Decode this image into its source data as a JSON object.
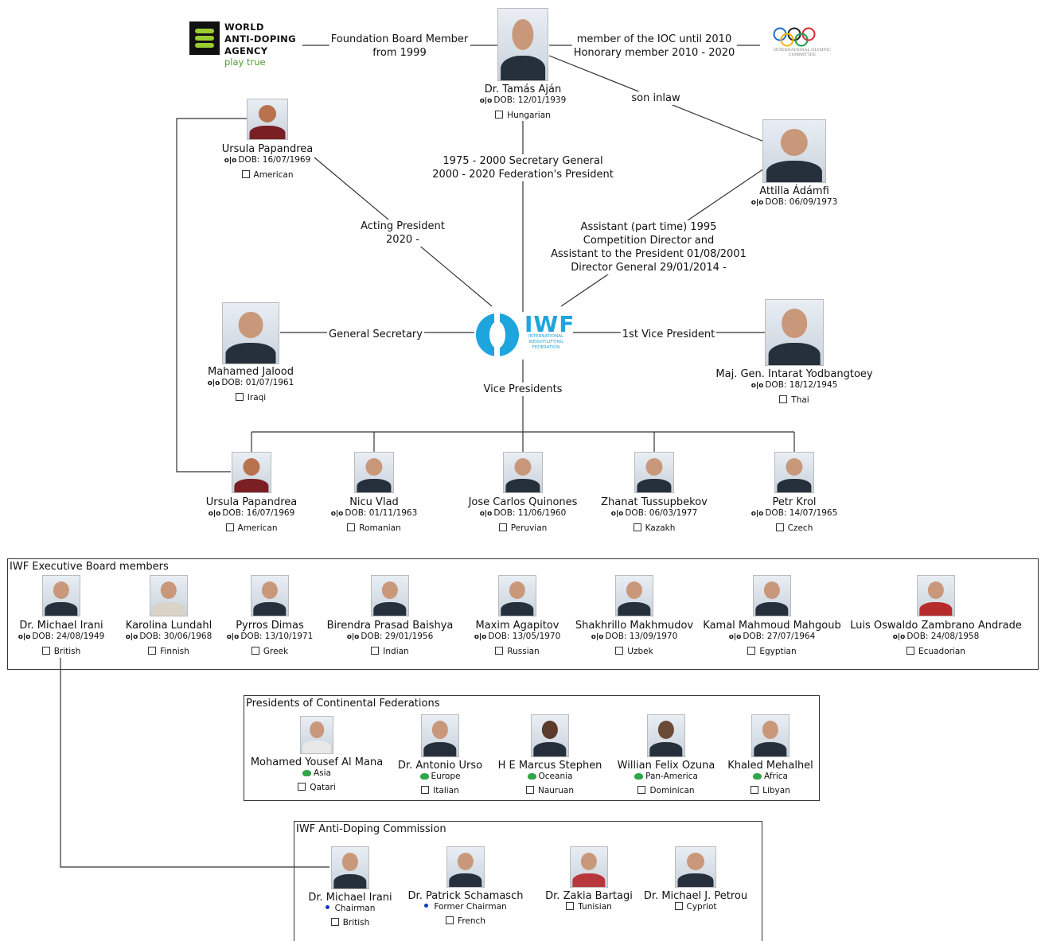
{
  "wada": {
    "line1": "WORLD",
    "line2": "ANTI-DOPING",
    "line3": "AGENCY",
    "tagline": "play true"
  },
  "ioc": {
    "caption": "INTERNATIONAL OLYMPIC COMMITTEE"
  },
  "iwf": {
    "name": "IWF",
    "subtitle": "INTERNATIONAL WEIGHTLIFTING FEDERATION"
  },
  "links": {
    "wada_board": [
      "Foundation Board Member",
      "from 1999"
    ],
    "ioc_member": [
      "member of the IOC until 2010",
      "Honorary member 2010 - 2020"
    ],
    "son_inlaw": [
      "son inlaw"
    ],
    "secgen": [
      "1975 - 2000 Secretary General",
      "2000 - 2020 Federation's President"
    ],
    "acting": [
      "Acting President",
      "2020 -"
    ],
    "assistant": [
      "Assistant (part time) 1995",
      "Competition Director and",
      "Assistant to the President 01/08/2001",
      "Director General 29/01/2014 -"
    ],
    "gensec": [
      "General Secretary"
    ],
    "firstvp": [
      "1st Vice President"
    ],
    "vps": [
      "Vice Presidents"
    ]
  },
  "people": {
    "ajan": {
      "name": "Dr. Tamás Aján",
      "dob": "DOB: 12/01/1939",
      "nationality": "Hungarian"
    },
    "ursula_top": {
      "name": "Ursula Papandrea",
      "dob": "DOB: 16/07/1969",
      "nationality": "American"
    },
    "adamfi": {
      "name": "Attilla Ádámfi",
      "dob": "DOB: 06/09/1973"
    },
    "jalood": {
      "name": "Mahamed Jalood",
      "dob": "DOB: 01/07/1961",
      "nationality": "Iraqi"
    },
    "yodbangtoey": {
      "name": "Maj. Gen. Intarat Yodbangtoey",
      "dob": "DOB: 18/12/1945",
      "nationality": "Thai"
    }
  },
  "vice_presidents": [
    {
      "name": "Ursula Papandrea",
      "dob": "DOB: 16/07/1969",
      "nationality": "American"
    },
    {
      "name": "Nicu Vlad",
      "dob": "DOB: 01/11/1963",
      "nationality": "Romanian"
    },
    {
      "name": "Jose Carlos Quinones",
      "dob": "DOB: 11/06/1960",
      "nationality": "Peruvian"
    },
    {
      "name": "Zhanat Tussupbekov",
      "dob": "DOB: 06/03/1977",
      "nationality": "Kazakh"
    },
    {
      "name": "Petr Krol",
      "dob": "DOB: 14/07/1965",
      "nationality": "Czech"
    }
  ],
  "exec_board": {
    "title": "IWF Executive Board members",
    "members": [
      {
        "name": "Dr. Michael Irani",
        "dob": "DOB: 24/08/1949",
        "nationality": "British"
      },
      {
        "name": "Karolina Lundahl",
        "dob": "DOB: 30/06/1968",
        "nationality": "Finnish"
      },
      {
        "name": "Pyrros Dimas",
        "dob": "DOB: 13/10/1971",
        "nationality": "Greek"
      },
      {
        "name": "Birendra Prasad Baishya",
        "dob": "DOB: 29/01/1956",
        "nationality": "Indian"
      },
      {
        "name": "Maxim Agapitov",
        "dob": "DOB: 13/05/1970",
        "nationality": "Russian"
      },
      {
        "name": "Shakhrillo Makhmudov",
        "dob": "DOB: 13/09/1970",
        "nationality": "Uzbek"
      },
      {
        "name": "Kamal Mahmoud Mahgoub",
        "dob": "DOB: 27/07/1964",
        "nationality": "Egyptian"
      },
      {
        "name": "Luis Oswaldo Zambrano Andrade",
        "dob": "DOB: 24/08/1958",
        "nationality": "Ecuadorian"
      }
    ]
  },
  "continental": {
    "title": "Presidents of Continental Federations",
    "members": [
      {
        "name": "Mohamed Yousef Al Mana",
        "region": "Asia",
        "nationality": "Qatari"
      },
      {
        "name": "Dr. Antonio Urso",
        "region": "Europe",
        "nationality": "Italian"
      },
      {
        "name": "H E Marcus Stephen",
        "region": "Oceania",
        "nationality": "Nauruan"
      },
      {
        "name": "Willian Felix Ozuna",
        "region": "Pan-America",
        "nationality": "Dominican"
      },
      {
        "name": "Khaled Mehalhel",
        "region": "Africa",
        "nationality": "Libyan"
      }
    ]
  },
  "antidoping": {
    "title": "IWF Anti-Doping Commission",
    "members": [
      {
        "name": "Dr. Michael Irani",
        "role": "Chairman",
        "nationality": "British"
      },
      {
        "name": "Dr. Patrick Schamasch",
        "role": "Former Chairman",
        "nationality": "French"
      },
      {
        "name": "Dr. Zakia Bartagi",
        "nationality": "Tunisian"
      },
      {
        "name": "Dr. Michael J. Petrou",
        "nationality": "Cypriot"
      }
    ]
  },
  "colors": {
    "iwf_blue": "#1fa5de",
    "wada_green": "#9acd32",
    "region_leaf": "#2fa64a",
    "role_dot": "#1736c9"
  }
}
